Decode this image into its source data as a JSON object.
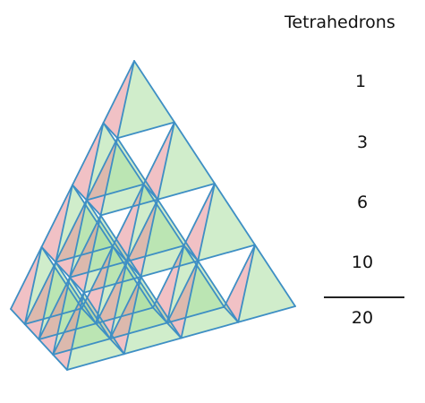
{
  "heading": "Tetrahedrons",
  "counts": [
    "1",
    "3",
    "6",
    "10"
  ],
  "total": "20",
  "palette": {
    "edge": "#3e8fc4",
    "face_red": "#e58e96",
    "face_green": "#a9dfa0"
  }
}
